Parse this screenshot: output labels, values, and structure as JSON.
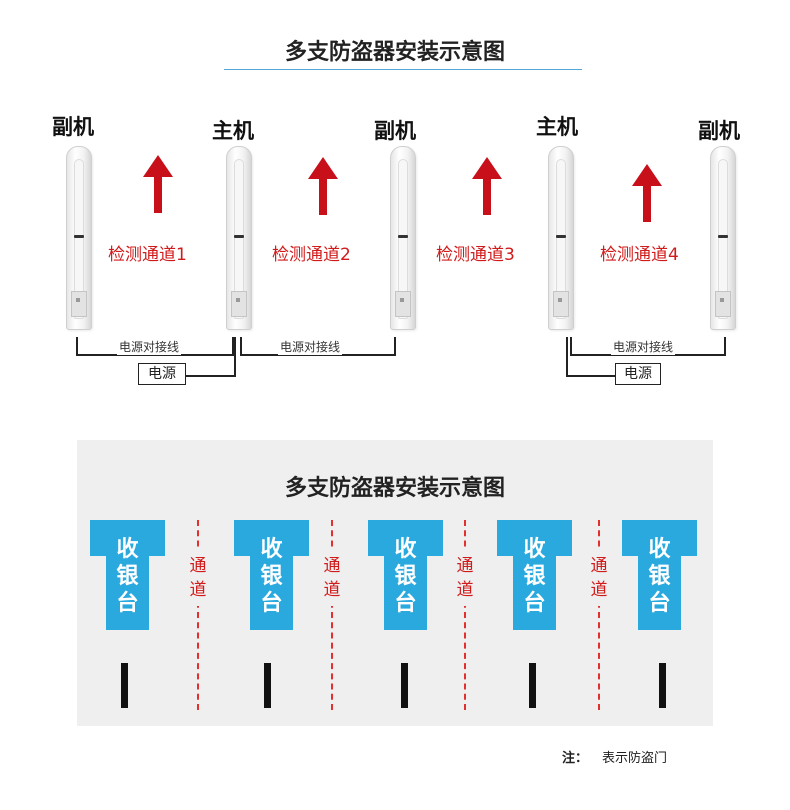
{
  "top_diagram": {
    "title": "多支防盗器安装示意图",
    "roles": [
      "副机",
      "主机",
      "副机",
      "主机",
      "副机"
    ],
    "channels": [
      "检测通道1",
      "检测通道2",
      "检测通道3",
      "检测通道4"
    ],
    "wire_labels": [
      "电源对接线",
      "电源对接线",
      "电源对接线"
    ],
    "power_labels": [
      "电源",
      "电源"
    ]
  },
  "bottom_diagram": {
    "title": "多支防盗器安装示意图",
    "counters": [
      "收银台",
      "收银台",
      "收银台",
      "收银台",
      "收银台"
    ],
    "aisles": [
      "通道",
      "通道",
      "通道",
      "通道"
    ]
  },
  "note": {
    "label": "注：",
    "text": "表示防盗门"
  },
  "colors": {
    "accent_red": "#d11a1a",
    "counter_blue": "#2aa9de",
    "title_underline": "#4fa8d8",
    "panel_bg": "#efefef"
  },
  "icons": [
    "red-up-arrow",
    "security-gate-pillar",
    "gate-bar"
  ]
}
